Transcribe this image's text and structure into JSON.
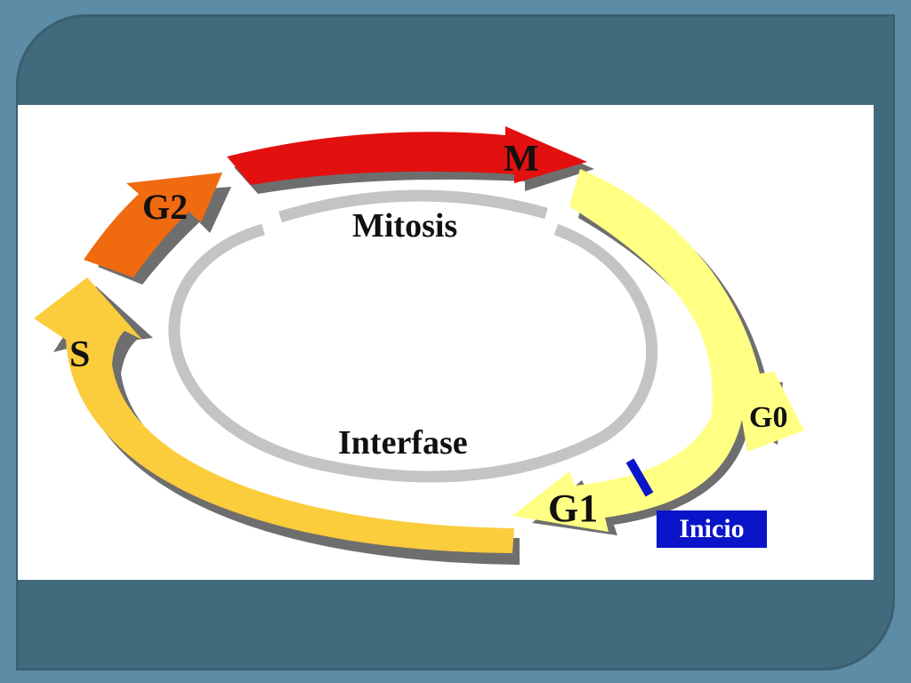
{
  "diagram": {
    "phases": {
      "m": "M",
      "g2": "G2",
      "s": "S",
      "g1": "G1",
      "g0": "G0"
    },
    "inner": {
      "mitosis": "Mitosis",
      "interfase": "Interfase"
    },
    "checkpoint": "Inicio",
    "colors": {
      "m": "#e31010",
      "g2": "#f06a10",
      "s": "#fbcc3c",
      "g1": "#ffff84",
      "ring": "#c4c4c4",
      "checkpoint": "#0a14c8"
    }
  }
}
